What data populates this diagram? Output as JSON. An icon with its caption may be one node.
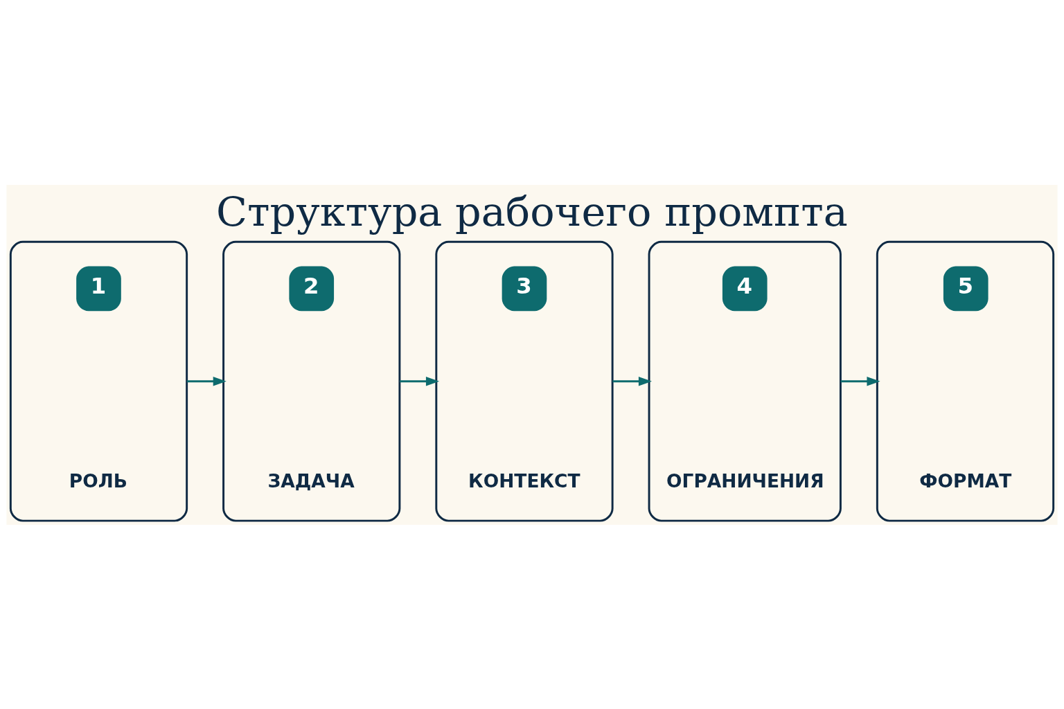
{
  "diagram": {
    "title": "Структура рабочего промпта",
    "nodes": [
      {
        "text": [
          "1",
          "РОЛЬ"
        ]
      },
      {
        "text": [
          "2",
          "ЗАДАЧА"
        ]
      },
      {
        "text": [
          "3",
          "КОНТЕКСТ"
        ]
      },
      {
        "text": [
          "4",
          "ОГРАНИЧЕНИЯ"
        ]
      },
      {
        "text": [
          "5",
          "ФОРМАТ"
        ]
      }
    ],
    "edges": [
      {
        "from": 0,
        "to": 1,
        "arrow": "to"
      },
      {
        "from": 1,
        "to": 2,
        "arrow": "to"
      },
      {
        "from": 2,
        "to": 3,
        "arrow": "to"
      },
      {
        "from": 3,
        "to": 4,
        "arrow": "to"
      }
    ]
  }
}
